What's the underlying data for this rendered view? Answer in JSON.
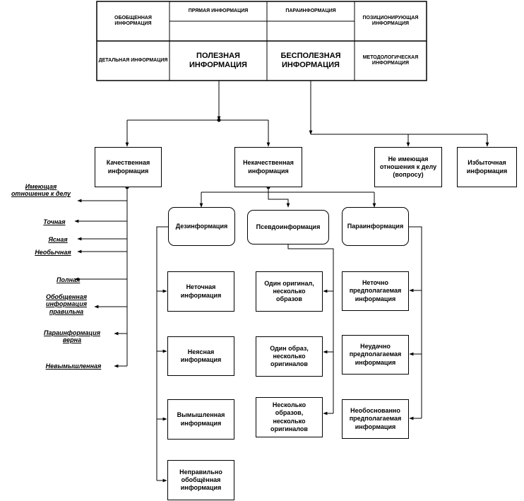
{
  "table": {
    "generalized": "ОБОБЩЕННАЯ ИНФОРМАЦИЯ",
    "direct": "ПРЯМАЯ ИНФОРМАЦИЯ",
    "parainfo": "ПАРАИНФОРМАЦИЯ",
    "positioning": "ПОЗИЦИОНИРУЮЩАЯ ИНФОРМАЦИЯ",
    "detailed": "ДЕТАЛЬНАЯ ИНФОРМАЦИЯ",
    "useful": "ПОЛЕЗНАЯ ИНФОРМАЦИЯ",
    "useless": "БЕСПОЛЕЗНАЯ ИНФОРМАЦИЯ",
    "methodological": "МЕТОДОЛОГИЧЕСКАЯ ИНФОРМАЦИЯ"
  },
  "nodes": {
    "quality": "Качественная информация",
    "nonquality": "Некачественная информация",
    "irrelevant": "Не имеющая отношения к делу (вопросу)",
    "redundant": "Избыточная информация",
    "disinfo": "Дезинформация",
    "pseudoinfo": "Псевдоинформация",
    "parainfo": "Параинформация",
    "inaccurate": "Неточная информация",
    "unclear": "Неясная информация",
    "fictional": "Вымышленная информация",
    "wrongly_generalized": "Неправильно обобщённая информация",
    "one_original_many_images": "Один оригинал, несколько образов",
    "one_image_many_originals": "Один образ, несколько оригиналов",
    "many_images_many_originals": "Несколько образов, несколько оригиналов",
    "inexact_assumed": "Неточно предполагаемая информация",
    "unsuccessful_assumed": "Неудачно предполагаемая информация",
    "unfounded_assumed": "Необоснованно предполагаемая информация"
  },
  "qualities": [
    "Имеющая отношение к делу",
    "Точная",
    "Ясная",
    "Необычная",
    "Полная",
    "Обобщенная информация правильна",
    "Параинформация верна",
    "Невымышленная"
  ]
}
